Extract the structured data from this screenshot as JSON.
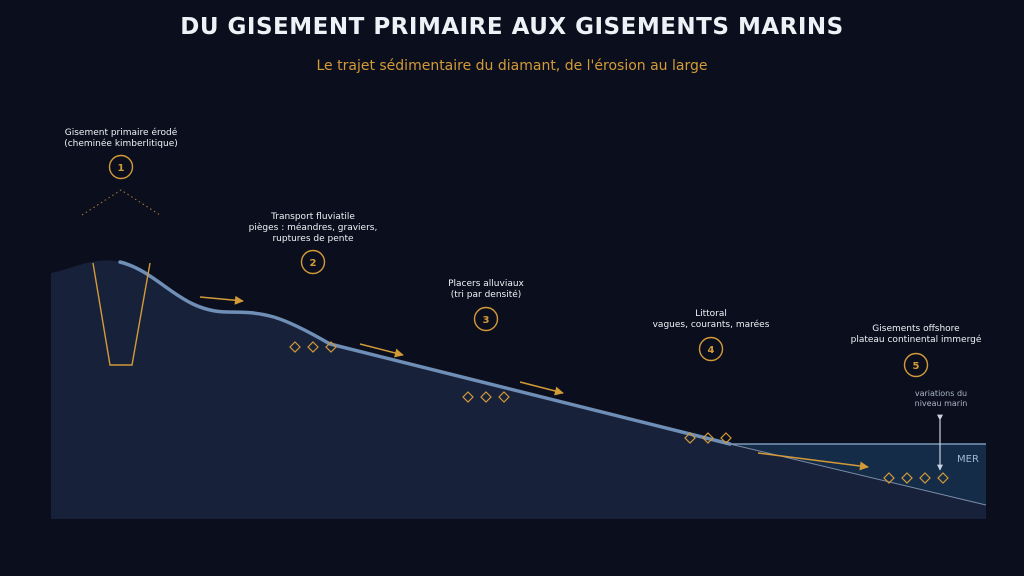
{
  "header": {
    "title": "DU GISEMENT PRIMAIRE AUX GISEMENTS MARINS",
    "subtitle": "Le trajet sédimentaire du diamant, de l'érosion au large"
  },
  "colors": {
    "background": "#0b0f1d",
    "accent": "#d39a38",
    "terrain": "#18213a",
    "river": "#6f8fb6",
    "sea": "#152c48",
    "text": "#eef1f6"
  },
  "stages": [
    {
      "number": "1",
      "label_line1": "Gisement primaire érodé",
      "label_line2": "(cheminée kimberlitique)",
      "label_line3": ""
    },
    {
      "number": "2",
      "label_line1": "Transport fluviatile",
      "label_line2": "pièges : méandres, graviers,",
      "label_line3": "ruptures de pente"
    },
    {
      "number": "3",
      "label_line1": "Placers alluviaux",
      "label_line2": "(tri par densité)",
      "label_line3": ""
    },
    {
      "number": "4",
      "label_line1": "Littoral",
      "label_line2": "vagues, courants, marées",
      "label_line3": ""
    },
    {
      "number": "5",
      "label_line1": "Gisements offshore",
      "label_line2": "plateau continental immergé",
      "label_line3": ""
    }
  ],
  "sea": {
    "label": "MER",
    "note_line1": "variations du",
    "note_line2": "niveau marin"
  }
}
